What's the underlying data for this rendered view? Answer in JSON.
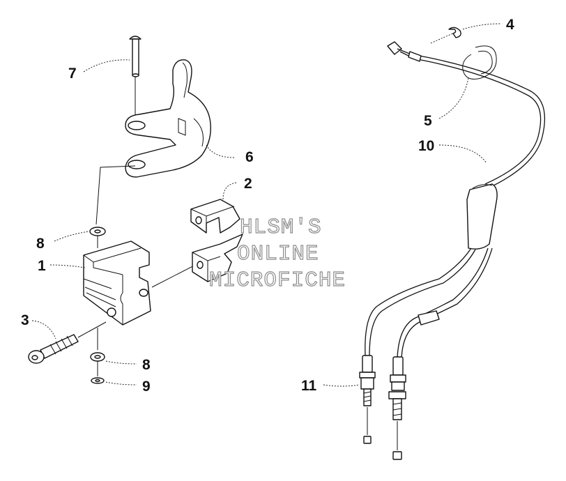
{
  "diagram": {
    "callouts": {
      "c1": "1",
      "c2": "2",
      "c3": "3",
      "c4": "4",
      "c5": "5",
      "c6": "6",
      "c7": "7",
      "c8a": "8",
      "c8b": "8",
      "c9": "9",
      "c10": "10",
      "c11": "11"
    },
    "watermark": {
      "line1": "HLSM'S",
      "line2": "ONLINE",
      "line3": "MICROFICHE"
    }
  }
}
